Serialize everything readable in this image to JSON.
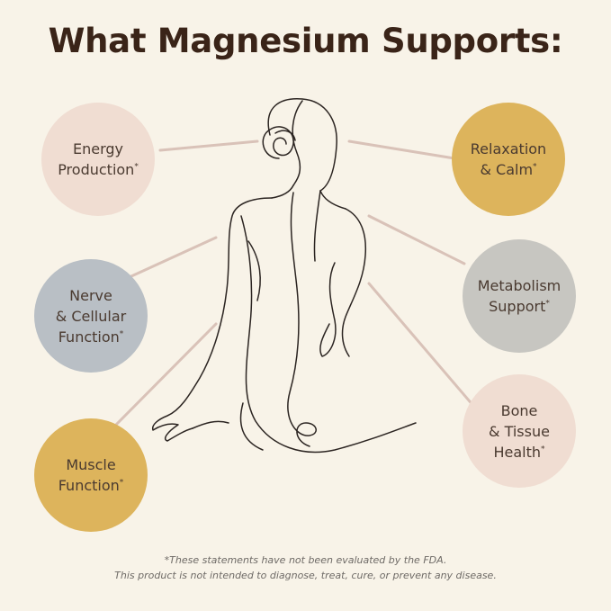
{
  "title": "What Magnesium Supports:",
  "benefits": [
    {
      "line1": "Energy",
      "line2": "Production",
      "line3": "",
      "mark": "*",
      "color": "#f0ddd2"
    },
    {
      "line1": "Relaxation",
      "line2": "& Calm",
      "line3": "",
      "mark": "*",
      "color": "#ddb45c"
    },
    {
      "line1": "Nerve",
      "line2": "& Cellular",
      "line3": "Function",
      "mark": "*",
      "color": "#b9bfc5"
    },
    {
      "line1": "Metabolism",
      "line2": "Support",
      "line3": "",
      "mark": "*",
      "color": "#c7c6c1"
    },
    {
      "line1": "Bone",
      "line2": "& Tissue",
      "line3": "Health",
      "mark": "*",
      "color": "#f0ddd2"
    },
    {
      "line1": "Muscle",
      "line2": "Function",
      "line3": "",
      "mark": "*",
      "color": "#ddb45c"
    }
  ],
  "disclaimer": {
    "line1": "*These statements have not been evaluated by the FDA.",
    "line2": "This product is not intended to diagnose, treat, cure, or prevent any disease."
  },
  "colors": {
    "background": "#f8f3e8",
    "title": "#3a2418",
    "connector": "#d9c2b8",
    "illustration": "#2c2522"
  }
}
